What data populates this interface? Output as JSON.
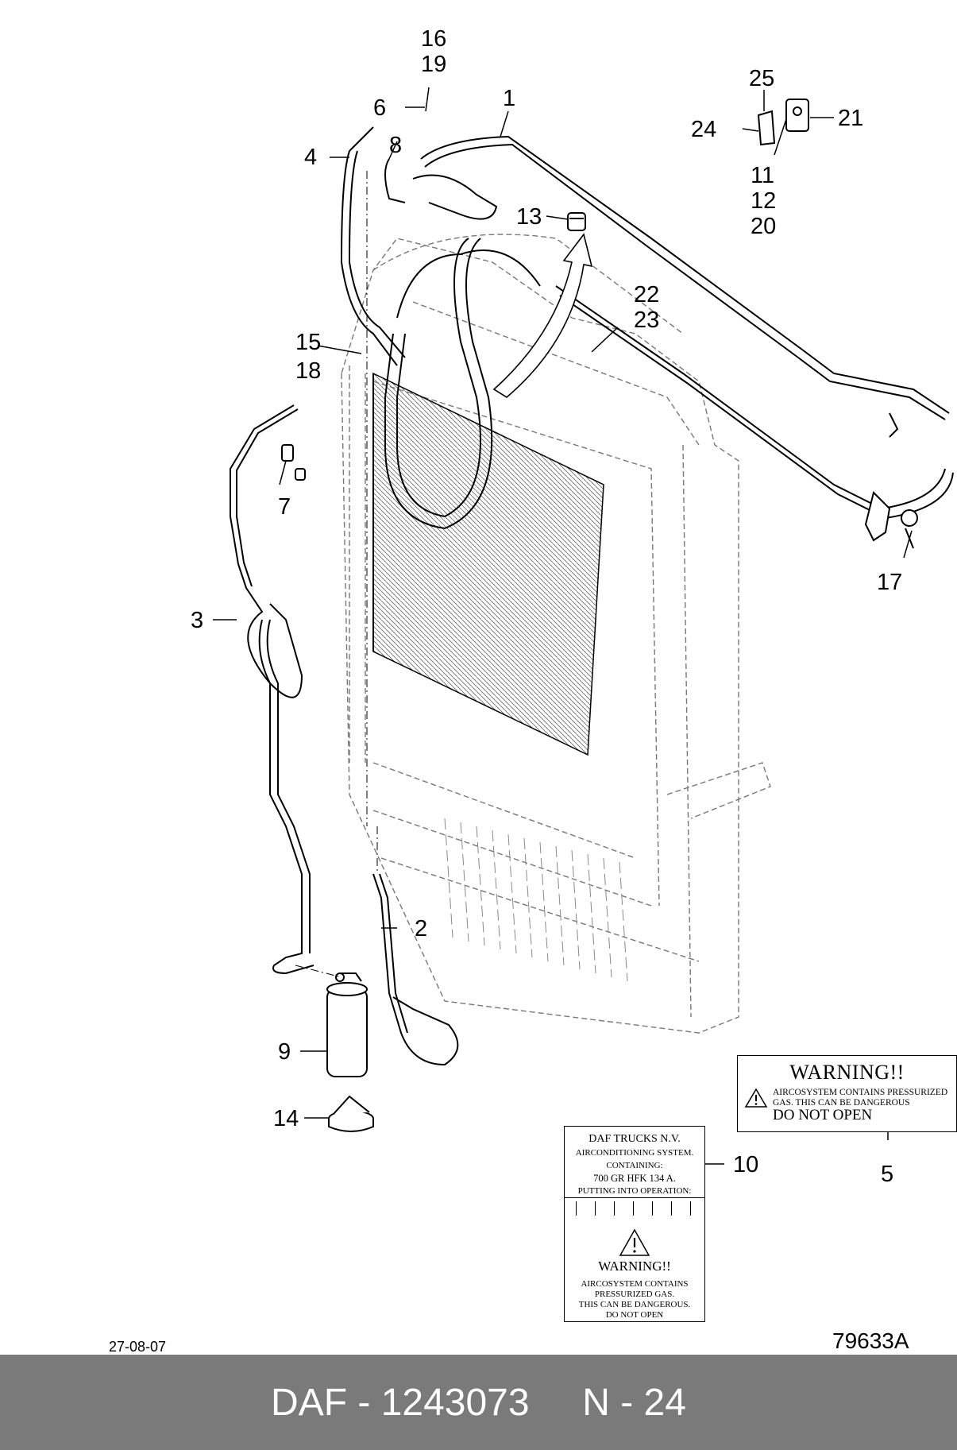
{
  "callouts": [
    "1",
    "2",
    "3",
    "4",
    "5",
    "6",
    "7",
    "8",
    "9",
    "10",
    "11",
    "12",
    "13",
    "14",
    "15",
    "16",
    "17",
    "18",
    "19",
    "20",
    "21",
    "22",
    "23",
    "24",
    "25"
  ],
  "warning_label_5": {
    "title": "WARNING!!",
    "text_line1": "AIRCOSYSTEM CONTAINS PRESSURIZED",
    "text_line2": "GAS. THIS CAN BE DANGEROUS",
    "text_line3": "DO NOT OPEN"
  },
  "info_label_10": {
    "line1": "DAF TRUCKS N.V.",
    "line2": "AIRCONDITIONING SYSTEM.",
    "line3": "CONTAINING:",
    "line4": "700 GR HFK 134 A.",
    "line5": "PUTTING INTO OPERATION:",
    "warning_title": "WARNING!!",
    "warning_line1": "AIRCOSYSTEM CONTAINS",
    "warning_line2": "PRESSURIZED GAS.",
    "warning_line3": "THIS CAN BE DANGEROUS.",
    "warning_line4": "DO NOT OPEN"
  },
  "date": "27-08-07",
  "drawing_number": "79633A",
  "footer": {
    "text": "DAF - 1243073     N - 24"
  },
  "colors": {
    "line": "#000000",
    "dashed": "#777777",
    "footer_bg": "#7a7a7a",
    "footer_text": "#ffffff"
  }
}
